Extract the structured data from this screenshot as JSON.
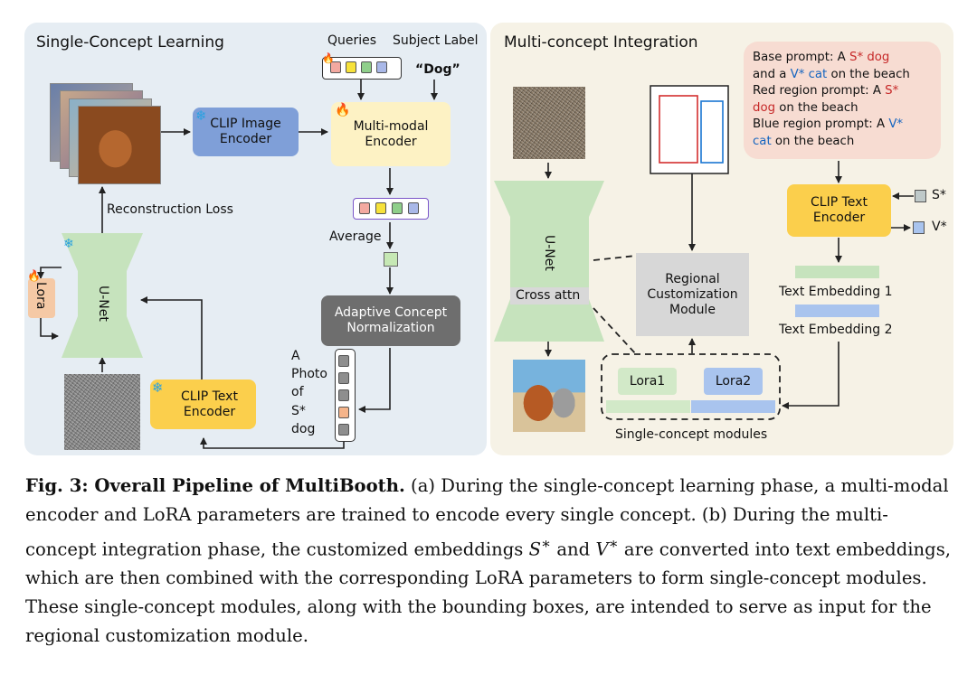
{
  "left_panel": {
    "title": "Single-Concept Learning",
    "queries_label": "Queries",
    "subject_label_header": "Subject Label",
    "subject_label_value": "“Dog”",
    "clip_image_encoder": "CLIP Image Encoder",
    "multimodal_encoder": "Multi-modal Encoder",
    "average_label": "Average",
    "adaptive_norm": "Adaptive Concept Normalization",
    "reconstruction_loss": "Reconstruction Loss",
    "unet_label": "U-Net",
    "lora_label": "Lora",
    "clip_text_encoder": "CLIP Text Encoder",
    "prompt_words": [
      "A",
      "Photo",
      "of",
      "S*",
      "dog"
    ]
  },
  "right_panel": {
    "title": "Multi-concept Integration",
    "prompt_lines": [
      {
        "parts": [
          {
            "t": "Base prompt: A "
          },
          {
            "t": "S* dog",
            "c": "red"
          }
        ]
      },
      {
        "parts": [
          {
            "t": "and a "
          },
          {
            "t": "V* cat",
            "c": "blue"
          },
          {
            "t": " on the beach"
          }
        ]
      },
      {
        "parts": [
          {
            "t": "Red region prompt: A "
          },
          {
            "t": "S*",
            "c": "red"
          }
        ]
      },
      {
        "parts": [
          {
            "t": "dog",
            "c": "red"
          },
          {
            "t": " on the beach"
          }
        ]
      },
      {
        "parts": [
          {
            "t": "Blue region prompt: A "
          },
          {
            "t": "V*",
            "c": "blue"
          }
        ]
      },
      {
        "parts": [
          {
            "t": "cat",
            "c": "blue"
          },
          {
            "t": " on the beach"
          }
        ]
      }
    ],
    "clip_text_encoder": "CLIP Text Encoder",
    "s_star": "S*",
    "v_star": "V*",
    "text_embedding_1": "Text Embedding 1",
    "text_embedding_2": "Text Embedding 2",
    "unet_label": "U-Net",
    "cross_attn": "Cross attn",
    "regional_module": "Regional Customization Module",
    "lora1": "Lora1",
    "lora2": "Lora2",
    "single_concept_modules": "Single-concept modules"
  },
  "caption": {
    "prefix": "Fig. 3: Overall Pipeline of MultiBooth.",
    "part_a": "(a) During the single-concept learning phase, a multi-modal encoder and LoRA parameters are trained to encode every single concept. (b) During the multi-concept integration phase, the customized embeddings ",
    "s_sym": "S",
    "and_word": " and ",
    "v_sym": "V",
    "part_b": " are converted into text embeddings, which are then combined with the corresponding LoRA parameters to form single-concept modules. These single-concept modules, along with the bounding boxes, are intended to serve as input for the regional customization module."
  },
  "colors": {
    "left_bg": "#e6edf3",
    "right_bg": "#f6f2e6",
    "clip_image": "#7f9fd8",
    "multimodal": "#fdf2c4",
    "clip_text": "#fbcf4c",
    "adaptive": "#6e6e6e",
    "unet": "#c6e3bd",
    "lora": "#f5c9a5",
    "prompt_box": "#f7dcd2",
    "regional": "#d7d7d7",
    "embed1": "#c6e3bd",
    "embed2": "#a9c4ee"
  },
  "icons": [
    "snowflake-icon",
    "flame-icon"
  ]
}
